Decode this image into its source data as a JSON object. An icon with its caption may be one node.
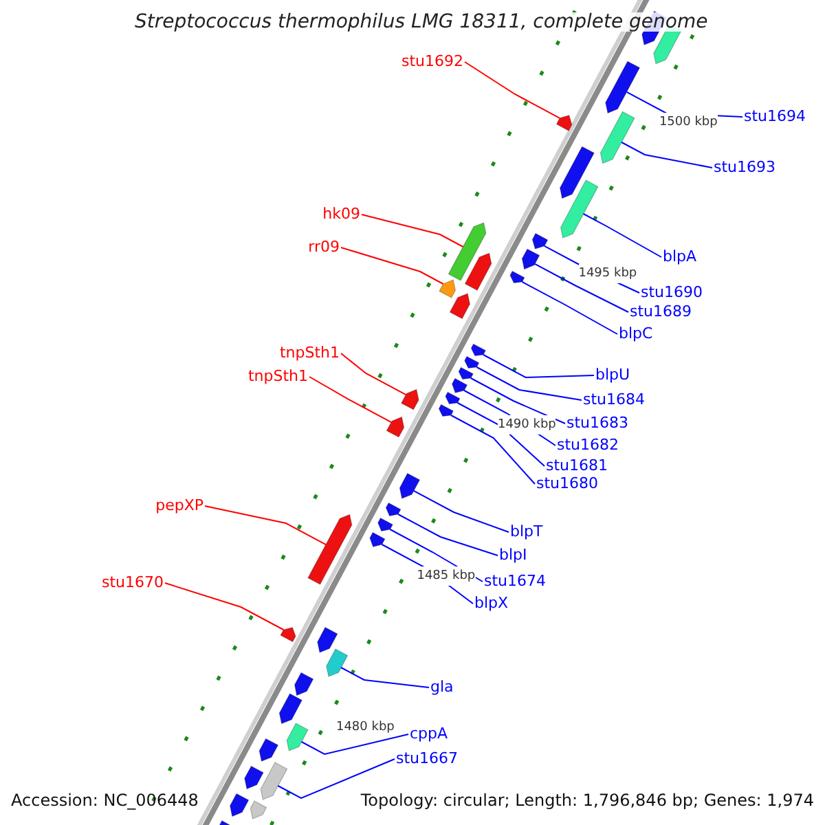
{
  "diagram": {
    "title": "Streptococcus thermophilus LMG 18311, complete genome",
    "nodes": [
      {
        "text": [
          "stu1692"
        ]
      },
      {
        "text": [],
        "shape": "box"
      },
      {
        "text": [
          "stu1694"
        ]
      },
      {
        "text": [],
        "shape": "box"
      },
      {
        "text": [
          "stu1693"
        ]
      },
      {
        "text": [],
        "shape": "box"
      },
      {
        "text": [
          "hk09"
        ]
      },
      {
        "text": [],
        "shape": "box"
      },
      {
        "text": [
          "rr09"
        ]
      },
      {
        "text": [],
        "shape": "box"
      },
      {
        "text": [
          "blpA"
        ]
      },
      {
        "text": [],
        "shape": "box"
      },
      {
        "text": [
          "stu1690"
        ]
      },
      {
        "text": [],
        "shape": "box"
      },
      {
        "text": [
          "stu1689"
        ]
      },
      {
        "text": [],
        "shape": "box"
      },
      {
        "text": [
          "blpC"
        ]
      },
      {
        "text": [],
        "shape": "box"
      },
      {
        "text": [
          "tnpSth1"
        ]
      },
      {
        "text": [],
        "shape": "box"
      },
      {
        "text": [
          "blpU"
        ]
      },
      {
        "text": [],
        "shape": "box"
      },
      {
        "text": [
          "tnpSth1"
        ]
      },
      {
        "text": [],
        "shape": "box"
      },
      {
        "text": [
          "stu1684"
        ]
      },
      {
        "text": [],
        "shape": "box"
      },
      {
        "text": [
          "stu1683"
        ]
      },
      {
        "text": [],
        "shape": "box"
      },
      {
        "text": [
          "stu1682"
        ]
      },
      {
        "text": [],
        "shape": "box"
      },
      {
        "text": [
          "stu1681"
        ]
      },
      {
        "text": [],
        "shape": "box"
      },
      {
        "text": [
          "stu1680"
        ]
      },
      {
        "text": [],
        "shape": "box"
      },
      {
        "text": [
          "pepXP"
        ]
      },
      {
        "text": [],
        "shape": "box"
      },
      {
        "text": [
          "blpT"
        ]
      },
      {
        "text": [],
        "shape": "box"
      },
      {
        "text": [
          "blpI"
        ]
      },
      {
        "text": [],
        "shape": "box"
      },
      {
        "text": [
          "stu1674"
        ]
      },
      {
        "text": [],
        "shape": "box"
      },
      {
        "text": [
          "stu1670"
        ]
      },
      {
        "text": [],
        "shape": "box"
      },
      {
        "text": [
          "blpX"
        ]
      },
      {
        "text": [],
        "shape": "box"
      },
      {
        "text": [
          "gla"
        ]
      },
      {
        "text": [],
        "shape": "box"
      },
      {
        "text": [
          "cppA"
        ]
      },
      {
        "text": [],
        "shape": "box"
      },
      {
        "text": [
          "stu1667"
        ]
      },
      {
        "text": [],
        "shape": "box"
      },
      {
        "text": [],
        "shape": "box"
      },
      {
        "text": [],
        "shape": "box"
      },
      {
        "text": [],
        "shape": "box"
      },
      {
        "text": [],
        "shape": "box"
      },
      {
        "text": [],
        "shape": "box"
      },
      {
        "text": [],
        "shape": "box"
      },
      {
        "text": [],
        "shape": "box"
      },
      {
        "text": [],
        "shape": "box"
      },
      {
        "text": [],
        "shape": "box"
      },
      {
        "text": [],
        "shape": "box"
      },
      {
        "text": [],
        "shape": "box"
      },
      {
        "text": [],
        "shape": "box"
      },
      {
        "text": [],
        "shape": "box"
      }
    ],
    "edges": [
      {
        "from": 0,
        "to": 1,
        "arrow": "none",
        "color": "#ff0000"
      },
      {
        "from": 2,
        "to": 3,
        "arrow": "none"
      },
      {
        "from": 4,
        "to": 5,
        "arrow": "none"
      },
      {
        "from": 6,
        "to": 7,
        "arrow": "none",
        "color": "#ff0000"
      },
      {
        "from": 8,
        "to": 9,
        "arrow": "none",
        "color": "#ff0000"
      },
      {
        "from": 10,
        "to": 11,
        "arrow": "none"
      },
      {
        "from": 12,
        "to": 13,
        "arrow": "none"
      },
      {
        "from": 14,
        "to": 15,
        "arrow": "none"
      },
      {
        "from": 16,
        "to": 17,
        "arrow": "none"
      },
      {
        "from": 18,
        "to": 19,
        "arrow": "none",
        "color": "#ff0000"
      },
      {
        "from": 20,
        "to": 21,
        "arrow": "none"
      },
      {
        "from": 22,
        "to": 23,
        "arrow": "none",
        "color": "#ff0000"
      },
      {
        "from": 24,
        "to": 25,
        "arrow": "none"
      },
      {
        "from": 26,
        "to": 27,
        "arrow": "none"
      },
      {
        "from": 28,
        "to": 29,
        "arrow": "none"
      },
      {
        "from": 30,
        "to": 31,
        "arrow": "none"
      },
      {
        "from": 32,
        "to": 33,
        "arrow": "none"
      },
      {
        "from": 34,
        "to": 35,
        "arrow": "none",
        "color": "#ff0000"
      },
      {
        "from": 36,
        "to": 37,
        "arrow": "none"
      },
      {
        "from": 38,
        "to": 39,
        "arrow": "none"
      },
      {
        "from": 40,
        "to": 41,
        "arrow": "none"
      },
      {
        "from": 42,
        "to": 43,
        "arrow": "none",
        "color": "#ff0000"
      },
      {
        "from": 44,
        "to": 45,
        "arrow": "none"
      },
      {
        "from": 46,
        "to": 47,
        "arrow": "none"
      },
      {
        "from": 48,
        "to": 49,
        "arrow": "none"
      },
      {
        "from": 50,
        "to": 51,
        "arrow": "none"
      }
    ],
    "labels": [
      "1500 kbp",
      "1495 kbp",
      "1490 kbp",
      "1485 kbp",
      "1480 kbp",
      "Accession: NC_006448",
      "Topology: circular; Length: 1,796,846 bp; Genes: 1,974"
    ]
  }
}
